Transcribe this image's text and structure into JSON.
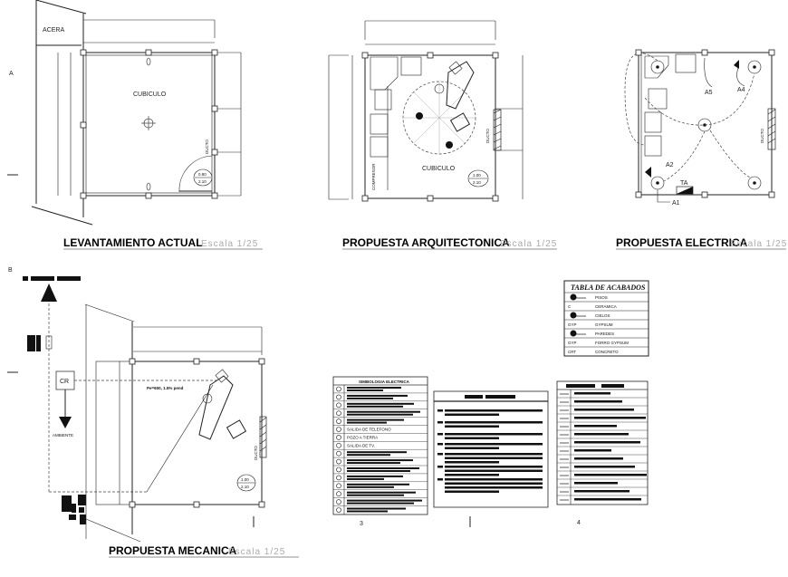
{
  "sheet": {
    "section_a": "A",
    "section_b": "B",
    "page_3": "3",
    "page_4": "4"
  },
  "levantamiento": {
    "title": "LEVANTAMIENTO ACTUAL",
    "scale": "Escala 1/25",
    "acera": "ACERA",
    "room": "CUBICULO",
    "ducto": "DUCTO",
    "door_width": "0.80",
    "door_height": "2.10"
  },
  "arquitectonica": {
    "title": "PROPUESTA ARQUITECTONICA",
    "scale": "Escala 1/25",
    "room": "CUBICULO",
    "ducto": "DUCTO",
    "compresor": "COMPRESOR",
    "door_width": "1.00",
    "door_height": "2.10"
  },
  "electrica": {
    "title": "PROPUESTA ELECTRICA",
    "scale": "Escala 1/25",
    "ducto": "DUCTO",
    "circuits": [
      "A1",
      "A2",
      "A4",
      "A5"
    ],
    "tablero": "TA"
  },
  "mecanica": {
    "title": "PROPUESTA MECANICA",
    "scale": "Escala 1/25",
    "cr": "CR",
    "ambiente": "AMBIENTE",
    "pipe_note": "Pe=600, 1.5% pend",
    "ducto": "DUCTO",
    "door_width": "1.00",
    "door_height": "2.10"
  },
  "tabla_acabados": {
    "title": "TABLA DE ACABADOS",
    "rows": [
      {
        "code": "",
        "label": "PISOS",
        "icon": "floor-tag-icon"
      },
      {
        "code": "C",
        "label": "CERAMICA"
      },
      {
        "code": "",
        "label": "CIELOS",
        "icon": "ceiling-tag-icon"
      },
      {
        "code": "GYP",
        "label": "GYPSUM"
      },
      {
        "code": "",
        "label": "PAREDES",
        "icon": "wall-tag-icon"
      },
      {
        "code": "GYP",
        "label": "FORRO GYPSUM"
      },
      {
        "code": "CRT",
        "label": "CONCRETO"
      }
    ]
  },
  "simbologia": {
    "title": "SIMBOLOGIA ELECTRICA",
    "readable_rows": [
      "SALIDA DE TELEFONO",
      "POZO A TIERRA",
      "SALIDA DE TV."
    ]
  }
}
